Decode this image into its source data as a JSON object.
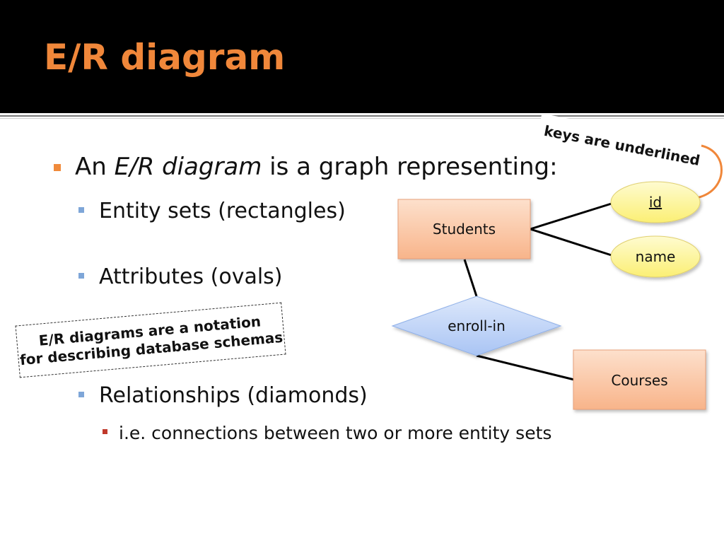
{
  "slide": {
    "title": "E/R diagram"
  },
  "bullets": {
    "main_prefix": "An ",
    "main_em": "E/R diagram",
    "main_suffix": " is a graph representing:",
    "entity_sets": "Entity sets (rectangles)",
    "attributes": "Attributes (ovals)",
    "relationships": "Relationships (diamonds)",
    "relationships_detail": "i.e. connections between two or more entity sets"
  },
  "callouts": {
    "keys_note": "keys are underlined",
    "notation_note": "E/R diagrams are a notation\nfor describing database schemas"
  },
  "diagram": {
    "entities": [
      {
        "label": "Students"
      },
      {
        "label": "Courses"
      }
    ],
    "attributes": [
      {
        "label": "id",
        "is_key": true
      },
      {
        "label": "name",
        "is_key": false
      }
    ],
    "relationships": [
      {
        "label": "enroll-in"
      }
    ]
  },
  "colors": {
    "title": "#f0873a",
    "entity_fill": "#fbc8a6",
    "attribute_fill": "#fdf59a",
    "relationship_fill": "#bcd2f7",
    "arrow": "#f0873a"
  }
}
